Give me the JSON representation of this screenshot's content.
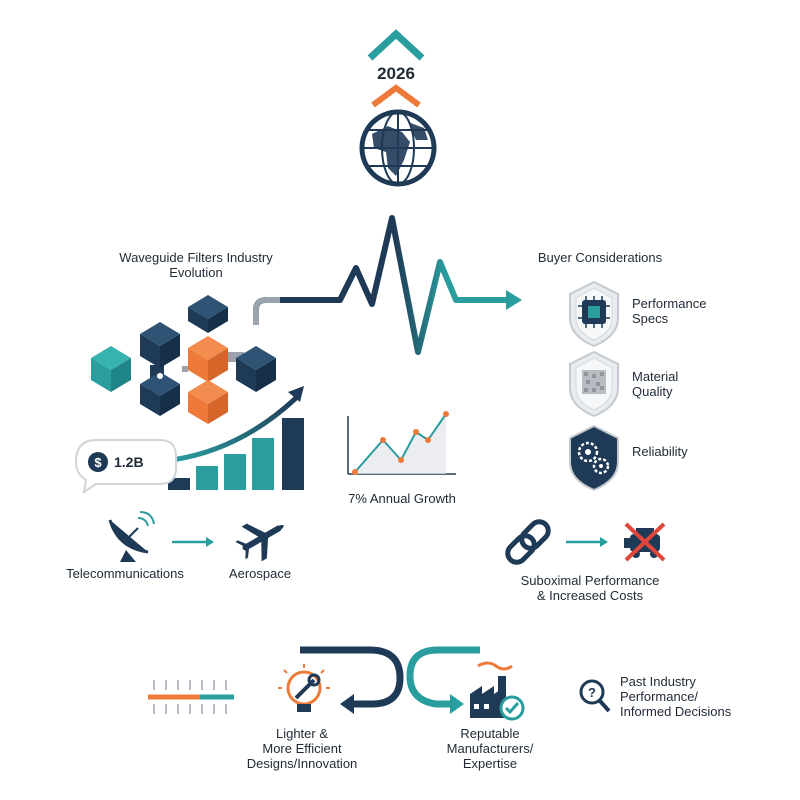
{
  "year": "2026",
  "left_title": {
    "line1": "Waveguide Filters Industry",
    "line2": "Evolution"
  },
  "market_value": "1.2B",
  "growth_label": "7% Annual Growth",
  "sectors": [
    "Telecommunications",
    "Aerospace"
  ],
  "buyer": {
    "title": "Buyer Considerations",
    "items": [
      {
        "line1": "Performance",
        "line2": "Specs",
        "icon": "chip-shield-icon"
      },
      {
        "line1": "Material",
        "line2": "Quality",
        "icon": "material-shield-icon"
      },
      {
        "line1": "Reliability",
        "line2": "",
        "icon": "gears-shield-icon"
      }
    ]
  },
  "risk": {
    "line1": "Suboximal Performance",
    "line2": "& Increased Costs"
  },
  "bottom": {
    "design": {
      "line1": "Lighter &",
      "line2": "More Efficient",
      "line3": "Designs/Innovation"
    },
    "manufacturers": {
      "line1": "Reputable",
      "line2": "Manufacturers/",
      "line3": "Expertise"
    },
    "past": {
      "line1": "Past Industry",
      "line2": "Performance/",
      "line3": "Informed Decisions"
    }
  },
  "colors": {
    "navy": "#1f3a56",
    "teal": "#2a9d9e",
    "orange": "#ee7a3a",
    "gray": "#9aa3ad"
  }
}
